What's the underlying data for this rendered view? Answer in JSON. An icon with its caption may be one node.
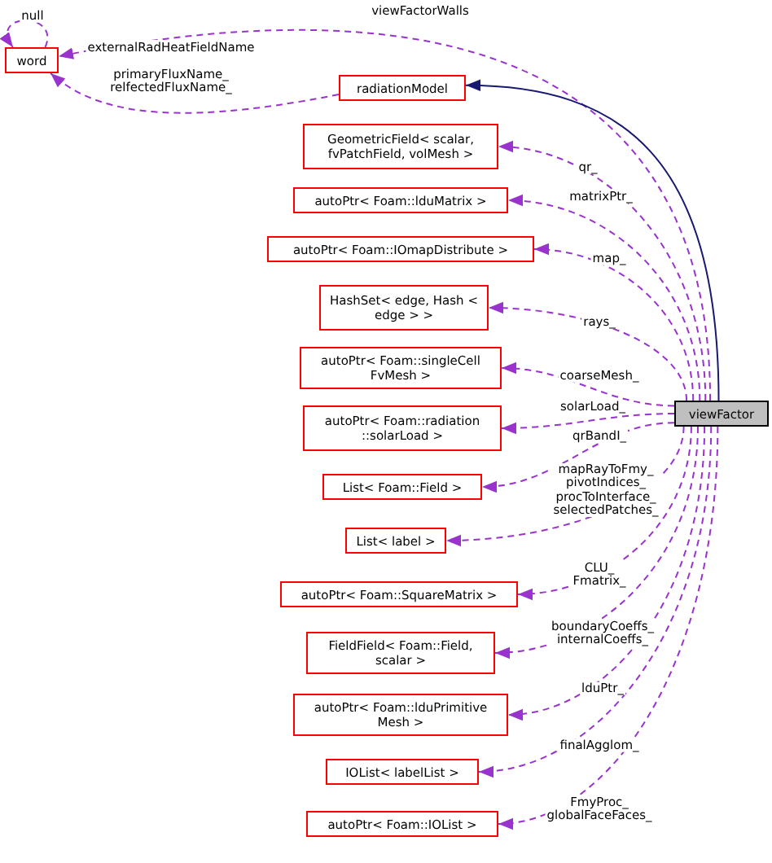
{
  "diagram": {
    "nodes": [
      {
        "text": [
          "word"
        ]
      },
      {
        "text": [
          "radiationModel"
        ]
      },
      {
        "text": [
          "GeometricField< scalar, fvPatchField, volMesh >"
        ]
      },
      {
        "text": [
          "autoPtr< Foam::lduMatrix >"
        ]
      },
      {
        "text": [
          "autoPtr< Foam::IOmapDistribute >"
        ]
      },
      {
        "text": [
          "HashSet< edge, Hash < edge > >"
        ]
      },
      {
        "text": [
          "autoPtr< Foam::singleCell FvMesh >"
        ]
      },
      {
        "text": [
          "autoPtr< Foam::radiation ::solarLoad >"
        ]
      },
      {
        "text": [
          "List< Foam::Field >"
        ]
      },
      {
        "text": [
          "List< label >"
        ]
      },
      {
        "text": [
          "autoPtr< Foam::SquareMatrix >"
        ]
      },
      {
        "text": [
          "FieldField< Foam::Field, scalar >"
        ]
      },
      {
        "text": [
          "autoPtr< Foam::lduPrimitive Mesh >"
        ]
      },
      {
        "text": [
          "IOList< labelList >"
        ]
      },
      {
        "text": [
          "autoPtr< Foam::IOList >"
        ]
      },
      {
        "text": [
          "viewFactor"
        ]
      }
    ],
    "edges": [
      {
        "from": 0,
        "to": 0,
        "arrow": "to",
        "label": "null",
        "style": "dashed"
      },
      {
        "from": 15,
        "to": 0,
        "arrow": "to",
        "label": "viewFactorWalls",
        "style": "dashed"
      },
      {
        "from": 1,
        "to": 0,
        "arrow": "to",
        "label": "primaryFluxName_ relfectedFluxName_",
        "style": "dashed"
      },
      {
        "from": 15,
        "to": 1,
        "arrow": "to",
        "color": "#191970"
      },
      {
        "from": 15,
        "to": 2,
        "arrow": "to",
        "label": "qr_",
        "style": "dashed"
      },
      {
        "from": 15,
        "to": 3,
        "arrow": "to",
        "label": "matrixPtr_",
        "style": "dashed"
      },
      {
        "from": 15,
        "to": 4,
        "arrow": "to",
        "label": "map_",
        "style": "dashed"
      },
      {
        "from": 15,
        "to": 5,
        "arrow": "to",
        "label": "rays_",
        "style": "dashed"
      },
      {
        "from": 15,
        "to": 6,
        "arrow": "to",
        "label": "coarseMesh_",
        "style": "dashed"
      },
      {
        "from": 15,
        "to": 7,
        "arrow": "to",
        "label": "solarLoad_",
        "style": "dashed"
      },
      {
        "from": 15,
        "to": 8,
        "arrow": "to",
        "label": "qrBandI_",
        "style": "dashed"
      },
      {
        "from": 15,
        "to": 9,
        "arrow": "to",
        "label": "mapRayToFmy_ pivotIndices_ procToInterface_ selectedPatches_",
        "style": "dashed"
      },
      {
        "from": 15,
        "to": 10,
        "arrow": "to",
        "label": "CLU_ Fmatrix_",
        "style": "dashed"
      },
      {
        "from": 15,
        "to": 11,
        "arrow": "to",
        "label": "boundaryCoeffs_ internalCoeffs_",
        "style": "dashed"
      },
      {
        "from": 15,
        "to": 12,
        "arrow": "to",
        "label": "lduPtr_",
        "style": "dashed"
      },
      {
        "from": 15,
        "to": 13,
        "arrow": "to",
        "label": "finalAgglom_",
        "style": "dashed"
      },
      {
        "from": 15,
        "to": 14,
        "arrow": "to",
        "label": "FmyProc_ globalFaceFaces_",
        "style": "dashed"
      }
    ],
    "labels": [
      "externalRadHeatFieldName"
    ]
  }
}
